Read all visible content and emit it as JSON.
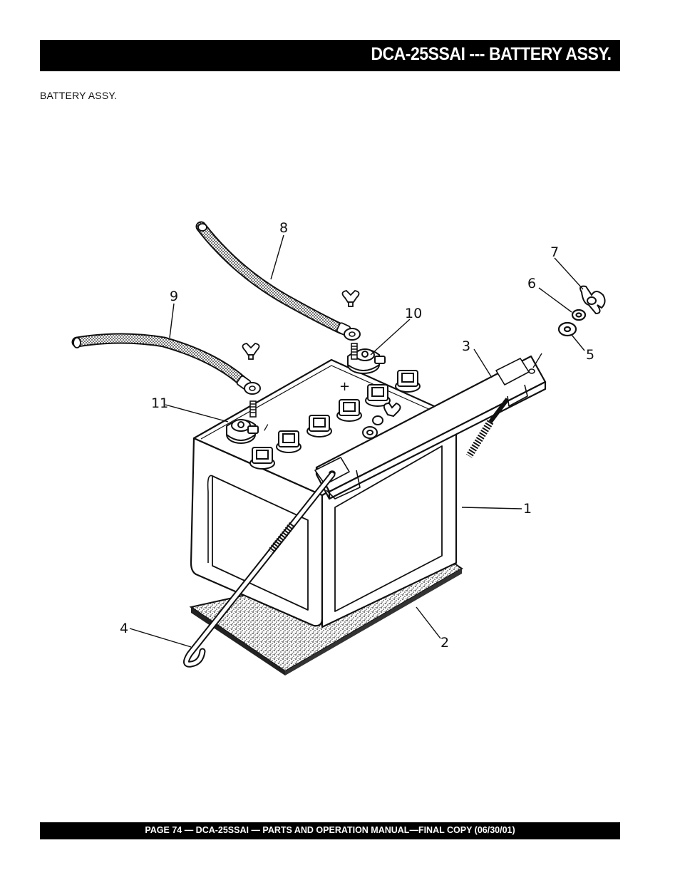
{
  "header": {
    "title": "DCA-25SSAI --- BATTERY ASSY."
  },
  "section": {
    "label": "BATTERY  ASSY."
  },
  "callouts": {
    "c1": "1",
    "c2": "2",
    "c3": "3",
    "c4": "4",
    "c5": "5",
    "c6": "6",
    "c7": "7",
    "c8": "8",
    "c9": "9",
    "c10": "10",
    "c11": "11"
  },
  "battery": {
    "plus_mark": "+",
    "minus_mark": "−"
  },
  "footer": {
    "text": "PAGE 74 — DCA-25SSAI — PARTS AND OPERATION  MANUAL—FINAL COPY  (06/30/01)"
  }
}
